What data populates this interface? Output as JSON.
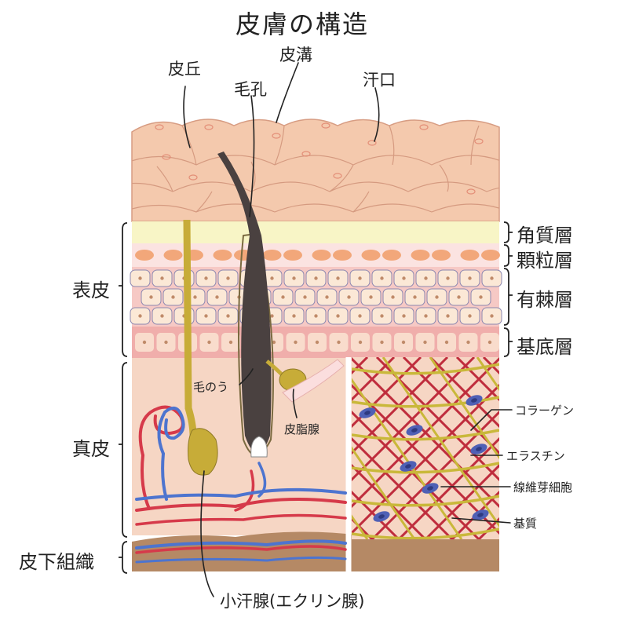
{
  "title": "皮膚の構造",
  "surface_labels": {
    "hikyu": "皮丘",
    "hiko": "皮溝",
    "moko": "毛孔",
    "kanko": "汗口"
  },
  "layer_labels": {
    "kakushitsu": "角質層",
    "karyu": "顆粒層",
    "yukyoku": "有棘層",
    "kitei": "基底層"
  },
  "region_labels": {
    "hyohi": "表皮",
    "shinpi": "真皮",
    "hika": "皮下組織"
  },
  "dermis_labels": {
    "monou": "毛のう",
    "hishisen": "皮脂腺",
    "shokansen": "小汗腺(エクリン腺)"
  },
  "matrix_labels": {
    "collagen": "コラーゲン",
    "elastin": "エラスチン",
    "fibroblast": "線維芽細胞",
    "matrix": "基質"
  },
  "colors": {
    "skin_surface": "#f4c9ad",
    "stratum_corneum": "#f8f5c6",
    "granular": "#fbe3e1",
    "spinous": "#f6c9c5",
    "basal": "#f0aeab",
    "dermis": "#f6d6c4",
    "subcutis": "#b58965",
    "hair": "#4a4140",
    "follicle_gland": "#c7ac38",
    "artery": "#d63a4a",
    "vein": "#4d74cf",
    "collagen": "#bf2d3d",
    "elastin": "#c9b83a",
    "fibroblast": "#4f60b5"
  }
}
